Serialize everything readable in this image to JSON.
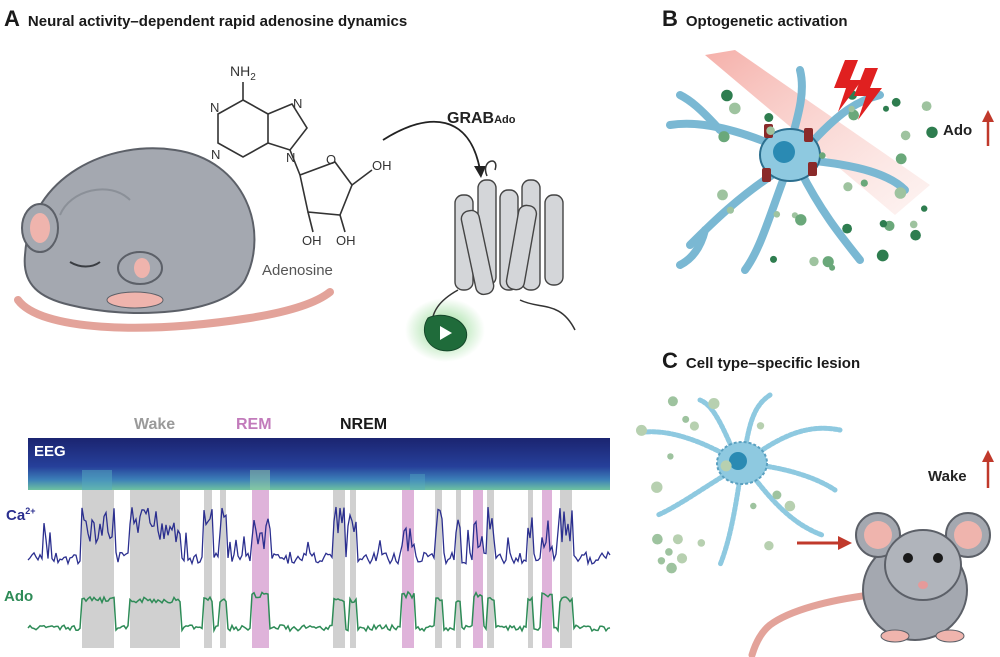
{
  "panel_a": {
    "letter": "A",
    "title": "Neural activity–dependent rapid adenosine dynamics",
    "molecule_amine": "NH",
    "molecule_amine_sub": "2",
    "atom_n": "N",
    "oh_1": "OH",
    "oh_2": "OH",
    "oh_3": "OH",
    "ring_o": "O",
    "molecule_name": "Adenosine",
    "sensor_name": "GRAB",
    "sensor_sub": "Ado",
    "states": {
      "wake": "Wake",
      "rem": "REM",
      "nrem": "NREM"
    },
    "traces": {
      "eeg": "EEG",
      "ca": "Ca",
      "ca_sup": "2+",
      "ado": "Ado"
    }
  },
  "panel_b": {
    "letter": "B",
    "title": "Optogenetic activation",
    "result_label": "Ado"
  },
  "panel_c": {
    "letter": "C",
    "title": "Cell type–specific lesion",
    "result_label": "Wake"
  },
  "colors": {
    "wake_shade": "#c8c8c8",
    "rem_shade": "#d9a6d3",
    "ca_trace": "#2b2f8f",
    "ado_trace": "#2e8b57",
    "eeg_bg": "#1f2a7a",
    "neuron": "#8ec9e0",
    "arrow_red": "#c0392b",
    "mouse_gray": "#9a9ea6",
    "tail_pink": "#e3a39a"
  },
  "icons": [
    "adenosine-structure",
    "grab-sensor",
    "sleeping-mouse",
    "neuron",
    "lightning",
    "up-arrow",
    "right-arrow",
    "awake-mouse"
  ]
}
